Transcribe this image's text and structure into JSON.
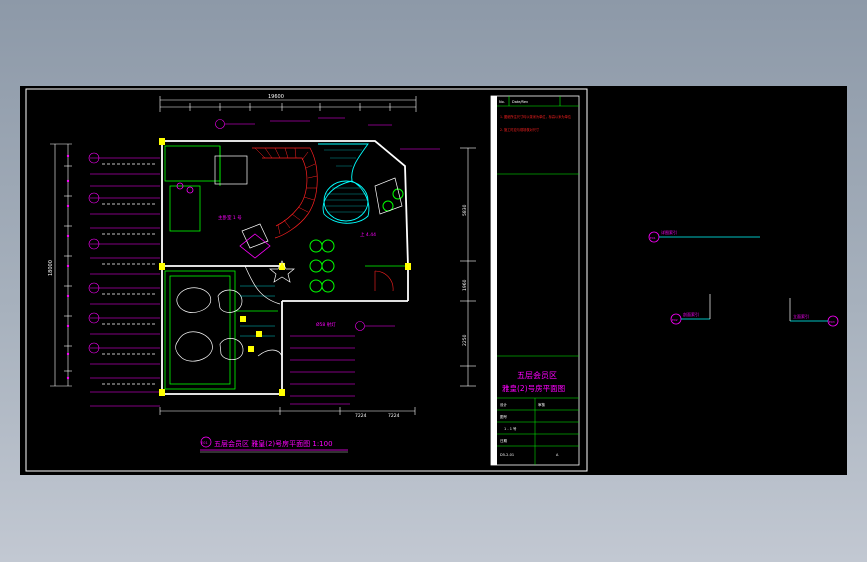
{
  "drawing": {
    "plan_title": "五层会员区 雅皇(2)号房平面图 1:100",
    "plan_title_tag": "E01",
    "overall_width_dim": "19600",
    "left_total_dim": "18000",
    "right_dims": [
      "5830",
      "1960",
      "2250"
    ],
    "bottom_dims": [
      "7224",
      "7224"
    ],
    "stair_label": "上 4.44",
    "lamp_label": "Ø58 射灯",
    "room_callout": "主卧室 1 号"
  },
  "title_block": {
    "header_cells": [
      "No.",
      "Date/Rev",
      ""
    ],
    "notes": [
      "1. 图纸所注尺寸均以毫米为单位，标高以米为单位",
      "2. 施工时应与现场核对尺寸"
    ],
    "project_name": "五层会员区",
    "drawing_name": "雅皇(2)号房平面图",
    "field_labels": [
      "设计",
      "审核",
      "图号",
      "日期"
    ],
    "drawing_no": "1 - 1 号",
    "sheet_code": "D5-2-01",
    "checker_mark": "A"
  },
  "detached": {
    "tag_1": "E01",
    "label_1": "详图索引",
    "tag_2": "E02",
    "label_2": "剖面索引",
    "tag_3": "E03",
    "label_3": "立面索引"
  },
  "colors": {
    "cad_background": "#000000",
    "wall_white": "#ffffff",
    "magenta": "#ff00ff",
    "green": "#00ff00",
    "yellow": "#ffff00",
    "red": "#ff2020",
    "cyan": "#00ffff"
  }
}
